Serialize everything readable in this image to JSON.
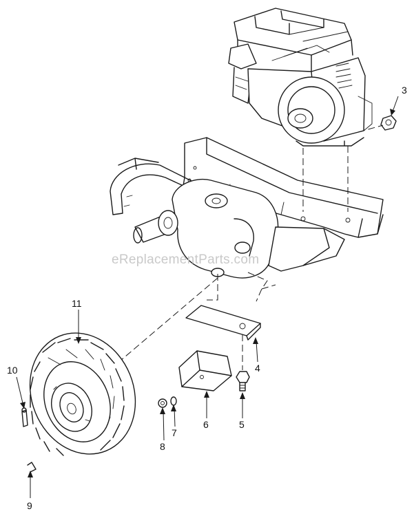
{
  "watermark": "eReplacementParts.com",
  "callouts": {
    "c1": "3",
    "c2": "4",
    "c3": "5",
    "c4": "6",
    "c5": "7",
    "c6": "8",
    "c7": "9",
    "c8": "10",
    "c9": "11"
  }
}
